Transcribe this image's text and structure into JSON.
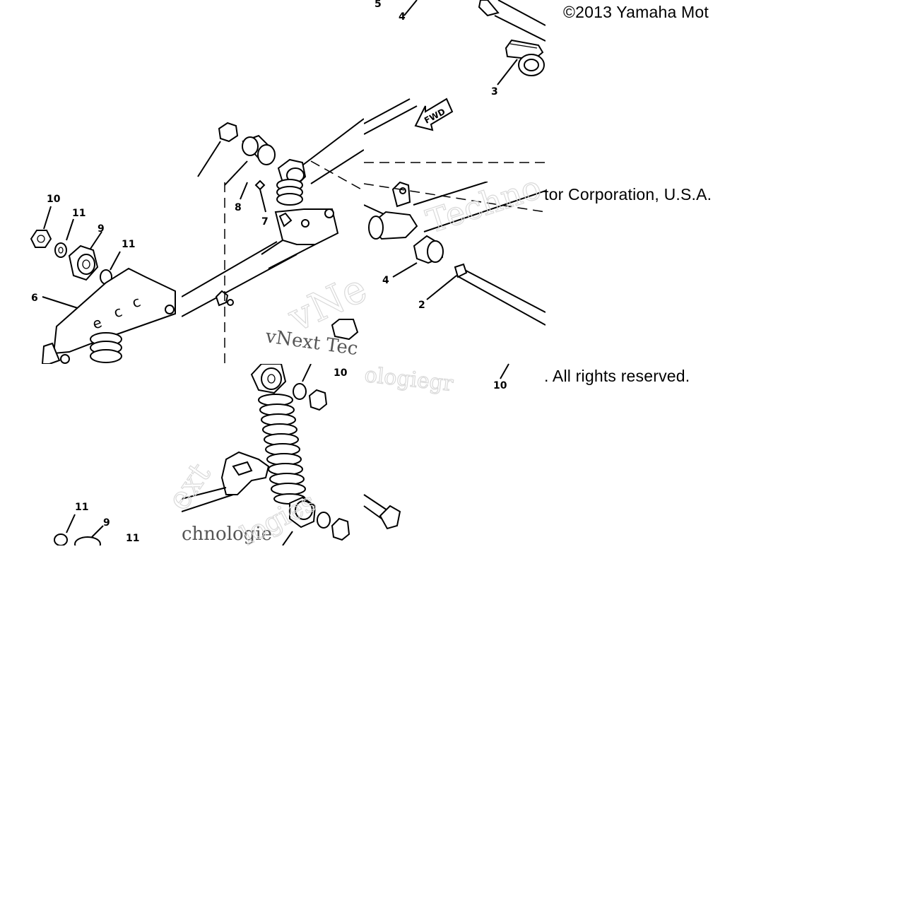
{
  "copyright": {
    "line1": "©2013 Yamaha Mot",
    "line2": "tor Corporation, U.S.A.",
    "line3": ". All rights reserved."
  },
  "watermark": {
    "w1": "Techno",
    "w2": "vNext Tec",
    "w3": "vNe",
    "w4": "ologiegr",
    "w5": "ext",
    "w6": "chnologie",
    "w7": "logies"
  },
  "fwd_label": "FWD",
  "callouts": {
    "c1": "5",
    "c2": "4",
    "c3": "3",
    "c4": "8",
    "c5": "7",
    "c6": "10",
    "c7": "11",
    "c8": "9",
    "c9": "11",
    "c10": "6",
    "c11": "4",
    "c12": "2",
    "c13": "10",
    "c14": "10",
    "c15": "11",
    "c16": "9",
    "c17": "11"
  },
  "bracket_letters": {
    "l1": "e",
    "l2": "c",
    "l3": "c"
  },
  "colors": {
    "ink": "#000000",
    "paper": "#ffffff",
    "watermark": "#d9d9d9"
  }
}
